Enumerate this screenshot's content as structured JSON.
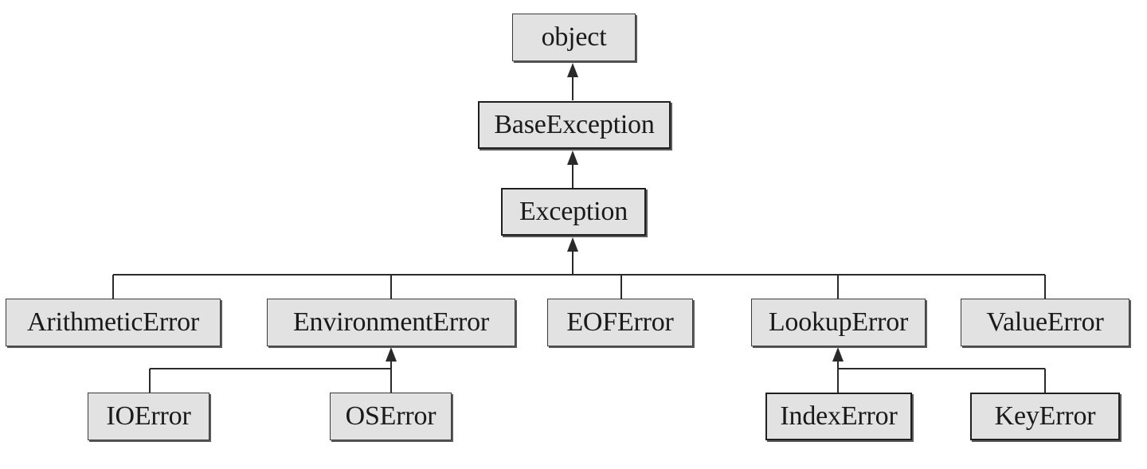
{
  "diagram": {
    "nodes": {
      "object": "object",
      "base_exception": "BaseException",
      "exception": "Exception",
      "arithmetic_error": "ArithmeticError",
      "environment_error": "EnvironmentError",
      "eof_error": "EOFError",
      "lookup_error": "LookupError",
      "value_error": "ValueError",
      "io_error": "IOError",
      "os_error": "OSError",
      "index_error": "IndexError",
      "key_error": "KeyError"
    },
    "edges": [
      {
        "child": "BaseException",
        "parent": "object"
      },
      {
        "child": "Exception",
        "parent": "BaseException"
      },
      {
        "child": "ArithmeticError",
        "parent": "Exception"
      },
      {
        "child": "EnvironmentError",
        "parent": "Exception"
      },
      {
        "child": "EOFError",
        "parent": "Exception"
      },
      {
        "child": "LookupError",
        "parent": "Exception"
      },
      {
        "child": "ValueError",
        "parent": "Exception"
      },
      {
        "child": "IOError",
        "parent": "EnvironmentError"
      },
      {
        "child": "OSError",
        "parent": "EnvironmentError"
      },
      {
        "child": "IndexError",
        "parent": "LookupError"
      },
      {
        "child": "KeyError",
        "parent": "LookupError"
      }
    ],
    "colors": {
      "box_fill": "#e2e2e2",
      "box_border": "#3a3a3a",
      "line": "#2a2a2a"
    }
  }
}
